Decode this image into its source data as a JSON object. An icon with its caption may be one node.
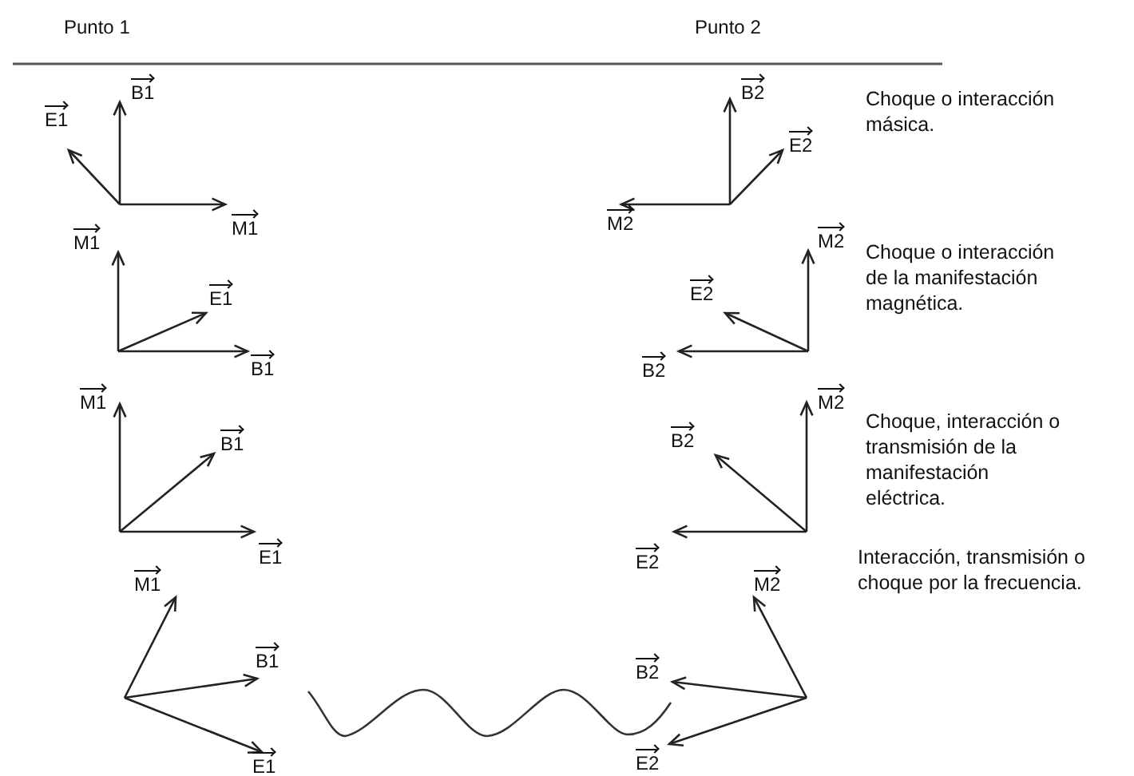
{
  "diagram": {
    "labels": [
      "Punto 1",
      "Punto 2",
      "B1",
      "B2",
      "E1",
      "E2",
      "Choque o interacción másica.",
      "M1",
      "M2",
      "M1",
      "M2",
      "E1",
      "E2",
      "Choque o interacción de la manifestación magnética.",
      "B1",
      "B2",
      "M1",
      "M2",
      "B1",
      "B2",
      "Choque, interacción o transmisión de la manifestación eléctrica.",
      "E1",
      "E2",
      "M1",
      "M2",
      "Interacción, transmisión o choque por la frecuencia.",
      "B1",
      "B2",
      "E1",
      "E2"
    ]
  }
}
